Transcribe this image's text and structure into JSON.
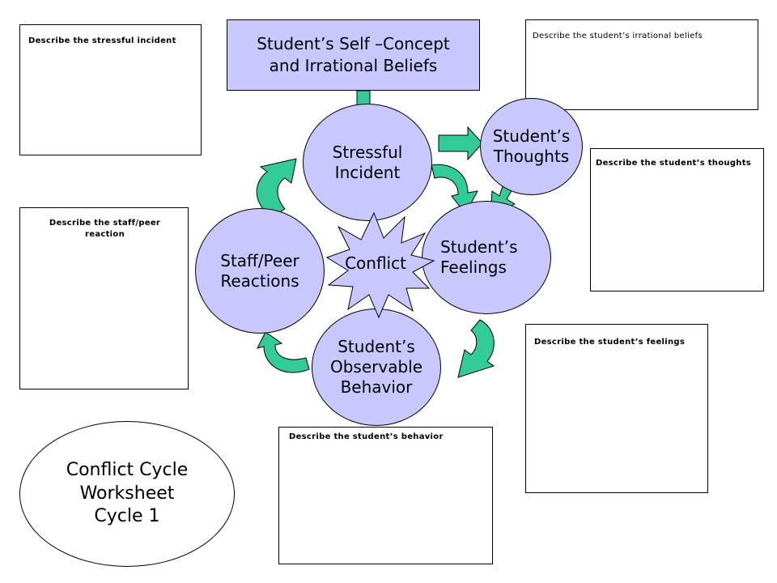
{
  "header": {
    "text": "Student’s Self –Concept\nand Irrational Beliefs"
  },
  "nodes": {
    "stressful_incident": "Stressful\nIncident",
    "thoughts": "Student’s\nThoughts",
    "feelings": "Student’s\nFeelings",
    "behavior": "Student’s\nObservable\nBehavior",
    "staff_peer": "Staff/Peer\nReactions",
    "conflict": "Conflict"
  },
  "boxes": {
    "stressful_incident": "Describe  the  stressful  incident",
    "irrational_beliefs": "Describe the student’s irrational beliefs",
    "thoughts": "Describe  the  student’s  thoughts",
    "staff_peer": "Describe  the  staff/peer\nreaction",
    "feelings": "Describe  the  student’s  feelings",
    "behavior": "Describe  the  student’s  behavior"
  },
  "title": {
    "text": "Conflict Cycle\nWorksheet\nCycle 1"
  },
  "colors": {
    "node_fill": "#c8c8ff",
    "arrow_fill": "#33cc99",
    "arrow_top": "#66e0b0"
  }
}
